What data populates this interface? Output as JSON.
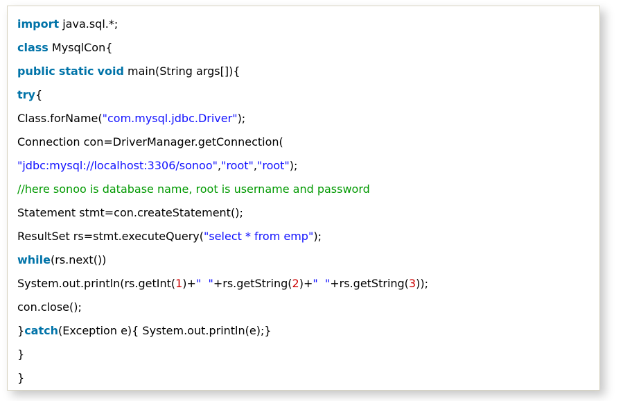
{
  "colors": {
    "keyword": "#0073a8",
    "string": "#0f0fff",
    "comment": "#009900",
    "number": "#cc0000",
    "plain": "#000000",
    "box_border": "#d7d3c1",
    "box_background": "#ffffff"
  },
  "code_block": {
    "language": "java",
    "lines": [
      {
        "segments": [
          {
            "text": "import",
            "type": "keyword"
          },
          {
            "text": " java.sql.*;",
            "type": "plain"
          }
        ]
      },
      {
        "segments": [
          {
            "text": "class",
            "type": "keyword"
          },
          {
            "text": " MysqlCon{",
            "type": "plain"
          }
        ]
      },
      {
        "segments": [
          {
            "text": "public",
            "type": "keyword"
          },
          {
            "text": " ",
            "type": "plain"
          },
          {
            "text": "static",
            "type": "keyword"
          },
          {
            "text": " ",
            "type": "plain"
          },
          {
            "text": "void",
            "type": "keyword"
          },
          {
            "text": " main(String args[]){",
            "type": "plain"
          }
        ]
      },
      {
        "segments": [
          {
            "text": "try",
            "type": "keyword"
          },
          {
            "text": "{",
            "type": "plain"
          }
        ]
      },
      {
        "segments": [
          {
            "text": "Class.forName(",
            "type": "plain"
          },
          {
            "text": "\"com.mysql.jdbc.Driver\"",
            "type": "string"
          },
          {
            "text": ");",
            "type": "plain"
          }
        ]
      },
      {
        "segments": [
          {
            "text": "Connection con=DriverManager.getConnection(",
            "type": "plain"
          }
        ]
      },
      {
        "segments": [
          {
            "text": "\"jdbc:mysql://localhost:3306/sonoo\"",
            "type": "string"
          },
          {
            "text": ",",
            "type": "plain"
          },
          {
            "text": "\"root\"",
            "type": "string"
          },
          {
            "text": ",",
            "type": "plain"
          },
          {
            "text": "\"root\"",
            "type": "string"
          },
          {
            "text": ");",
            "type": "plain"
          }
        ]
      },
      {
        "segments": [
          {
            "text": "//here sonoo is database name, root is username and password",
            "type": "comment"
          }
        ]
      },
      {
        "segments": [
          {
            "text": "Statement stmt=con.createStatement();",
            "type": "plain"
          }
        ]
      },
      {
        "segments": [
          {
            "text": "ResultSet rs=stmt.executeQuery(",
            "type": "plain"
          },
          {
            "text": "\"select * from emp\"",
            "type": "string"
          },
          {
            "text": ");",
            "type": "plain"
          }
        ]
      },
      {
        "segments": [
          {
            "text": "while",
            "type": "keyword"
          },
          {
            "text": "(rs.next())",
            "type": "plain"
          }
        ]
      },
      {
        "segments": [
          {
            "text": "System.out.println(rs.getInt(",
            "type": "plain"
          },
          {
            "text": "1",
            "type": "number"
          },
          {
            "text": ")+",
            "type": "plain"
          },
          {
            "text": "\"  \"",
            "type": "string"
          },
          {
            "text": "+rs.getString(",
            "type": "plain"
          },
          {
            "text": "2",
            "type": "number"
          },
          {
            "text": ")+",
            "type": "plain"
          },
          {
            "text": "\"  \"",
            "type": "string"
          },
          {
            "text": "+rs.getString(",
            "type": "plain"
          },
          {
            "text": "3",
            "type": "number"
          },
          {
            "text": "));",
            "type": "plain"
          }
        ]
      },
      {
        "segments": [
          {
            "text": "con.close();",
            "type": "plain"
          }
        ]
      },
      {
        "segments": [
          {
            "text": "}",
            "type": "plain"
          },
          {
            "text": "catch",
            "type": "keyword"
          },
          {
            "text": "(Exception e){ System.out.println(e);}",
            "type": "plain"
          }
        ]
      },
      {
        "segments": [
          {
            "text": "}",
            "type": "plain"
          }
        ]
      },
      {
        "segments": [
          {
            "text": "}",
            "type": "plain"
          }
        ]
      }
    ]
  }
}
